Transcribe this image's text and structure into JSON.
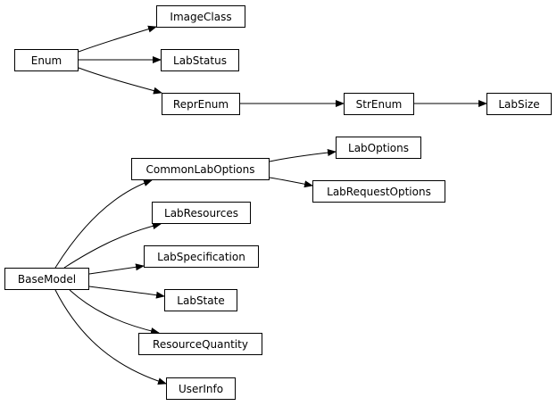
{
  "diagram": {
    "nodes": {
      "imageclass": "ImageClass",
      "enum": "Enum",
      "labstatus": "LabStatus",
      "reprenum": "ReprEnum",
      "strenum": "StrEnum",
      "labsize": "LabSize",
      "commonlaboptions": "CommonLabOptions",
      "laboptions": "LabOptions",
      "labrequestoptions": "LabRequestOptions",
      "labresources": "LabResources",
      "labspecification": "LabSpecification",
      "basemodel": "BaseModel",
      "labstate": "LabState",
      "resourcequantity": "ResourceQuantity",
      "userinfo": "UserInfo"
    },
    "edges": [
      {
        "from": "Enum",
        "to": "ImageClass"
      },
      {
        "from": "Enum",
        "to": "LabStatus"
      },
      {
        "from": "Enum",
        "to": "ReprEnum"
      },
      {
        "from": "ReprEnum",
        "to": "StrEnum"
      },
      {
        "from": "StrEnum",
        "to": "LabSize"
      },
      {
        "from": "CommonLabOptions",
        "to": "LabOptions"
      },
      {
        "from": "CommonLabOptions",
        "to": "LabRequestOptions"
      },
      {
        "from": "BaseModel",
        "to": "CommonLabOptions"
      },
      {
        "from": "BaseModel",
        "to": "LabResources"
      },
      {
        "from": "BaseModel",
        "to": "LabSpecification"
      },
      {
        "from": "BaseModel",
        "to": "LabState"
      },
      {
        "from": "BaseModel",
        "to": "ResourceQuantity"
      },
      {
        "from": "BaseModel",
        "to": "UserInfo"
      }
    ],
    "colors": {
      "stroke": "#000000",
      "fill": "#ffffff",
      "text": "#000000"
    }
  }
}
